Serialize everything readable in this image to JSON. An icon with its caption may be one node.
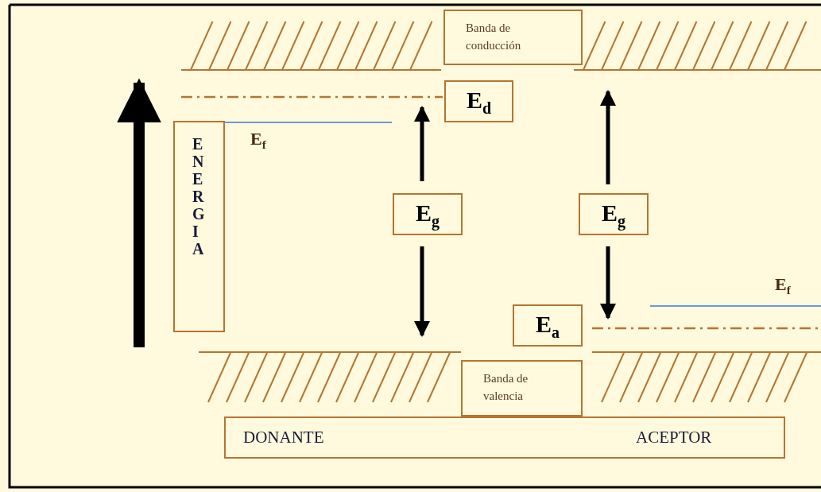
{
  "diagram": {
    "nodes": [
      {
        "text": [
          "Banda de conducción"
        ]
      },
      {
        "text": [
          "E$_{d}$"
        ]
      },
      {
        "text": [
          "ENERGIA"
        ]
      },
      {
        "text": [
          "E$_{g}$"
        ]
      },
      {
        "text": [
          "E$_{g}$"
        ]
      },
      {
        "text": [
          "E$_{a}$"
        ]
      },
      {
        "text": [
          "Banda de valencia"
        ]
      },
      {
        "text": [
          "DONANTE",
          "ACEPTOR"
        ]
      }
    ],
    "labels": [
      "E$_{f}$",
      "E$_{f}$"
    ]
  }
}
